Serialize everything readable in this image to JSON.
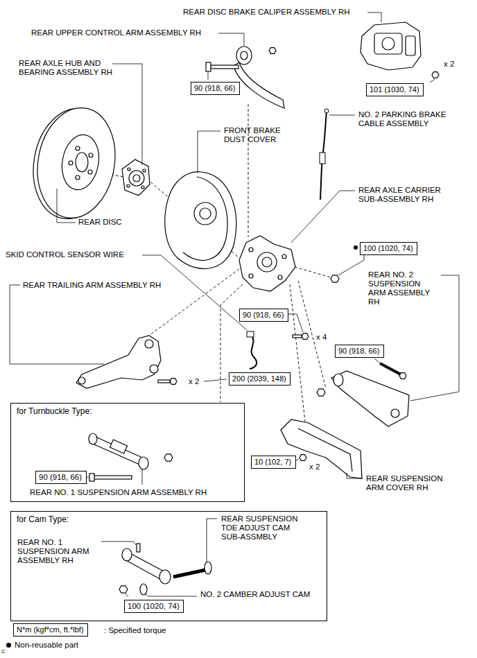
{
  "diagram": {
    "nodes": [
      {
        "text": [
          "90 (918, 66)"
        ]
      },
      {
        "text": [
          "101 (1030, 74)"
        ]
      },
      {
        "text": [
          "100 (1020, 74)"
        ]
      },
      {
        "text": [
          "90 (918, 66)"
        ]
      },
      {
        "text": [
          "90 (918, 66)"
        ]
      },
      {
        "text": [
          "200 (2039, 148)"
        ]
      },
      {
        "text": [
          "for Turnbuckle Type:",
          "REAR NO. 1 SUSPENSION ARM ASSEMBLY RH"
        ]
      },
      {
        "text": [
          "90 (918, 66)"
        ],
        "in": 6
      },
      {
        "text": [
          "10 (102, 7)"
        ]
      },
      {
        "text": [
          "for Cam Type:",
          "REAR NO. 1 SUSPENSION ARM ASSEMBLY RH",
          "REAR SUSPENSION TOE ADJUST CAM SUB-ASSMBLY",
          "NO. 2 CAMBER ADJUST CAM"
        ]
      },
      {
        "text": [
          "100 (1020, 74)"
        ],
        "in": 9
      },
      {
        "text": [
          "N*m (kgf*cm, ft.*lbf)"
        ]
      }
    ],
    "labels": [
      "REAR DISC BRAKE CALIPER ASSEMBLY RH",
      "REAR UPPER CONTROL ARM ASSEMBLY RH",
      "REAR AXLE HUB AND BEARING ASSEMBLY RH",
      "FRONT BRAKE DUST COVER",
      "NO. 2 PARKING BRAKE CABLE ASSEMBLY",
      "REAR AXLE CARRIER SUB-ASSEMBLY RH",
      "REAR DISC",
      "SKID CONTROL SENSOR WIRE",
      "REAR TRAILING ARM ASSEMBLY RH",
      "REAR NO. 2 SUSPENSION ARM ASSEMBLY RH",
      "x 2",
      "x 4",
      "x 2",
      "x 2",
      "REAR SUSPENSION ARM COVER RH",
      ": Specified torque",
      "C"
    ],
    "legend": [
      {
        "text": "Non-reusable part"
      }
    ]
  }
}
